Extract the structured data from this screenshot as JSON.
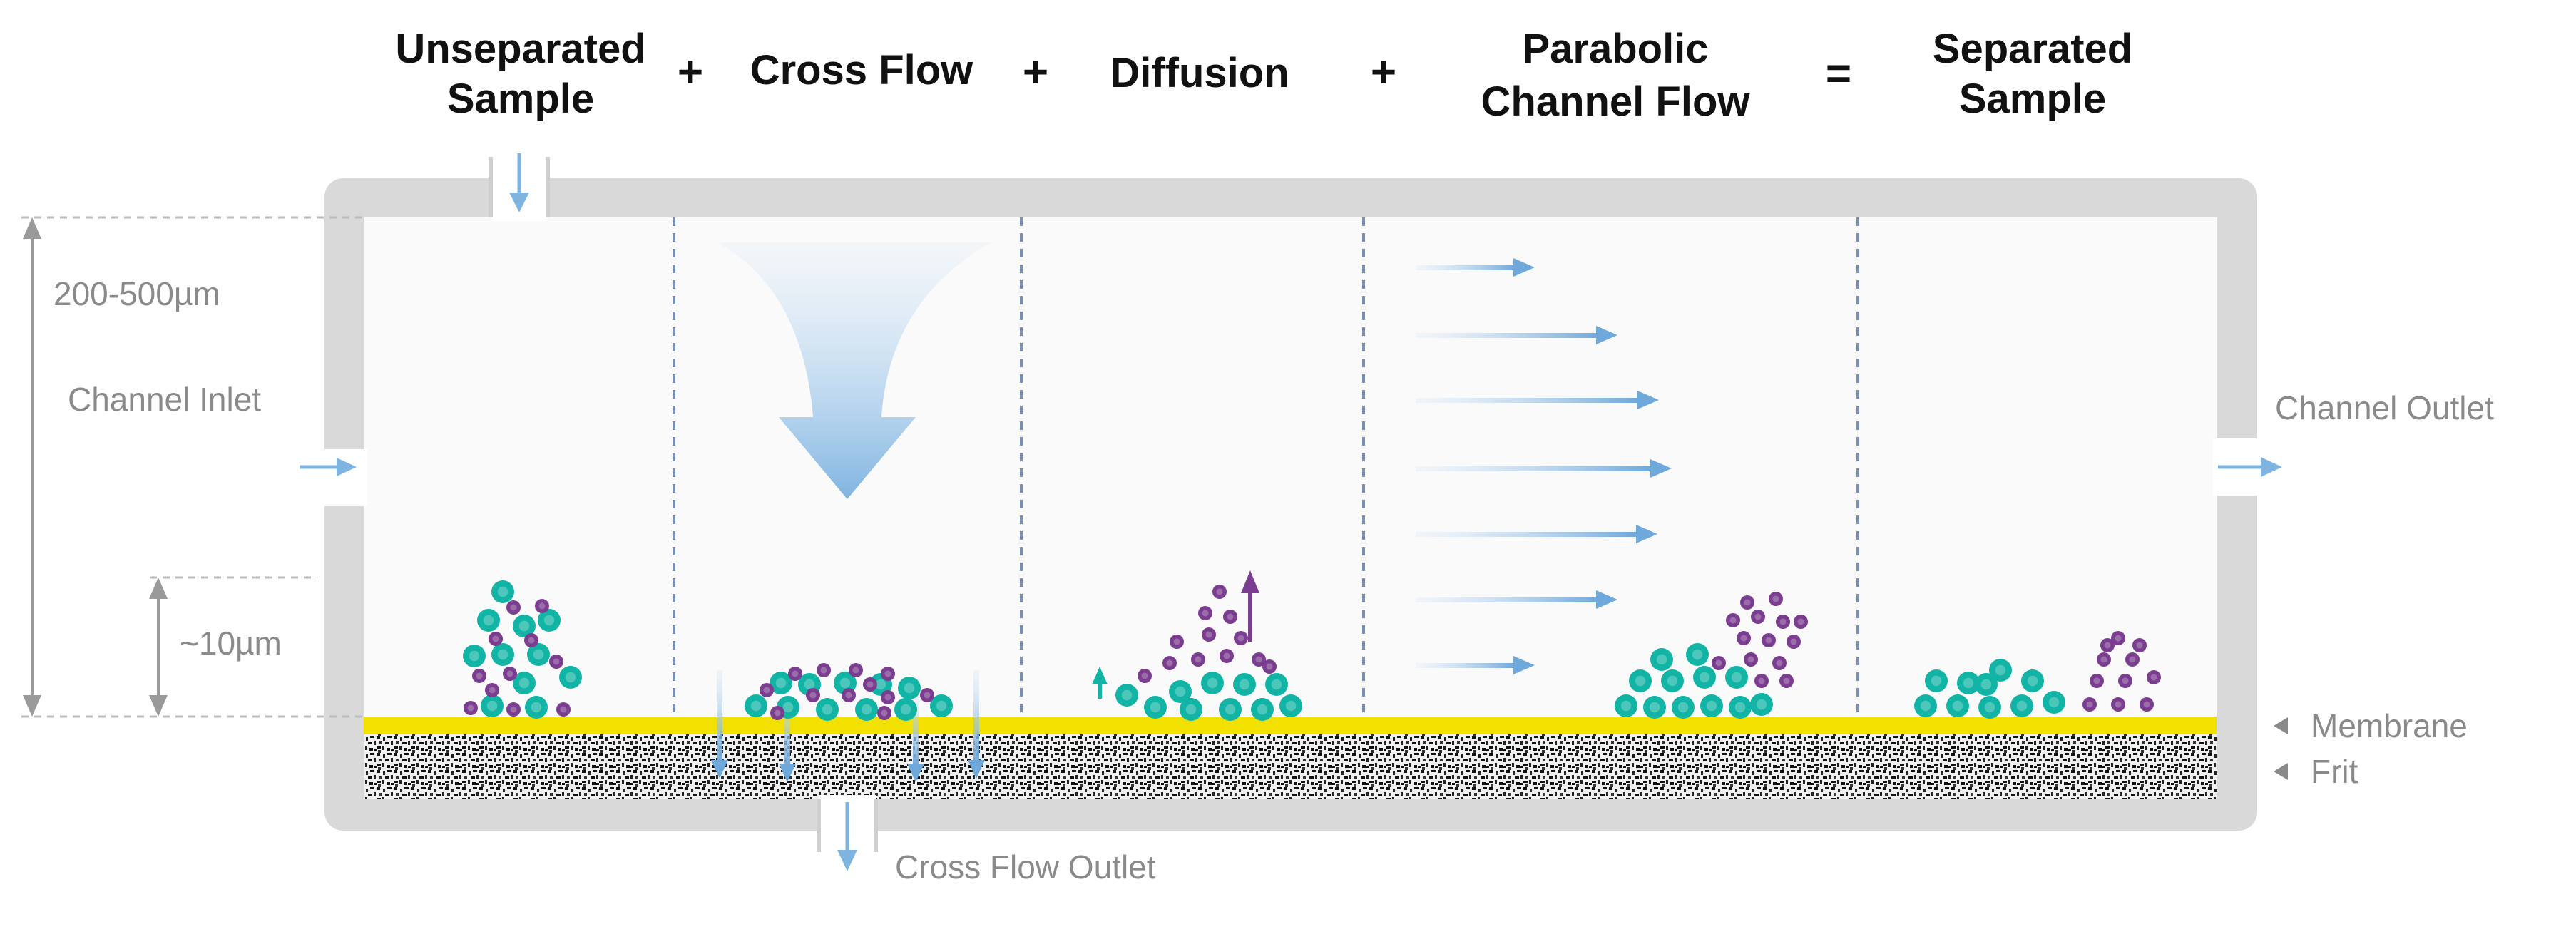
{
  "header": {
    "unseparated_line1": "Unseparated",
    "unseparated_line2": "Sample",
    "cross_flow": "Cross Flow",
    "diffusion": "Diffusion",
    "parabolic_line1": "Parabolic",
    "parabolic_line2": "Channel Flow",
    "separated_line1": "Separated",
    "separated_line2": "Sample",
    "plus": "+",
    "equals": "="
  },
  "labels": {
    "height": "200-500µm",
    "channel_inlet": "Channel Inlet",
    "layer_height": "~10µm",
    "channel_outlet": "Channel Outlet",
    "membrane": "Membrane",
    "frit": "Frit",
    "cross_flow_outlet": "Cross Flow Outlet"
  },
  "colors": {
    "frame": "#d9d9d9",
    "channel": "#fafafa",
    "membrane": "#f2e100",
    "particle_large": "#12b5a5",
    "particle_small": "#7a3d8f",
    "arrow": "#7fb4e0",
    "divider": "#7a8fb5",
    "dimension": "#9a9a9a"
  }
}
